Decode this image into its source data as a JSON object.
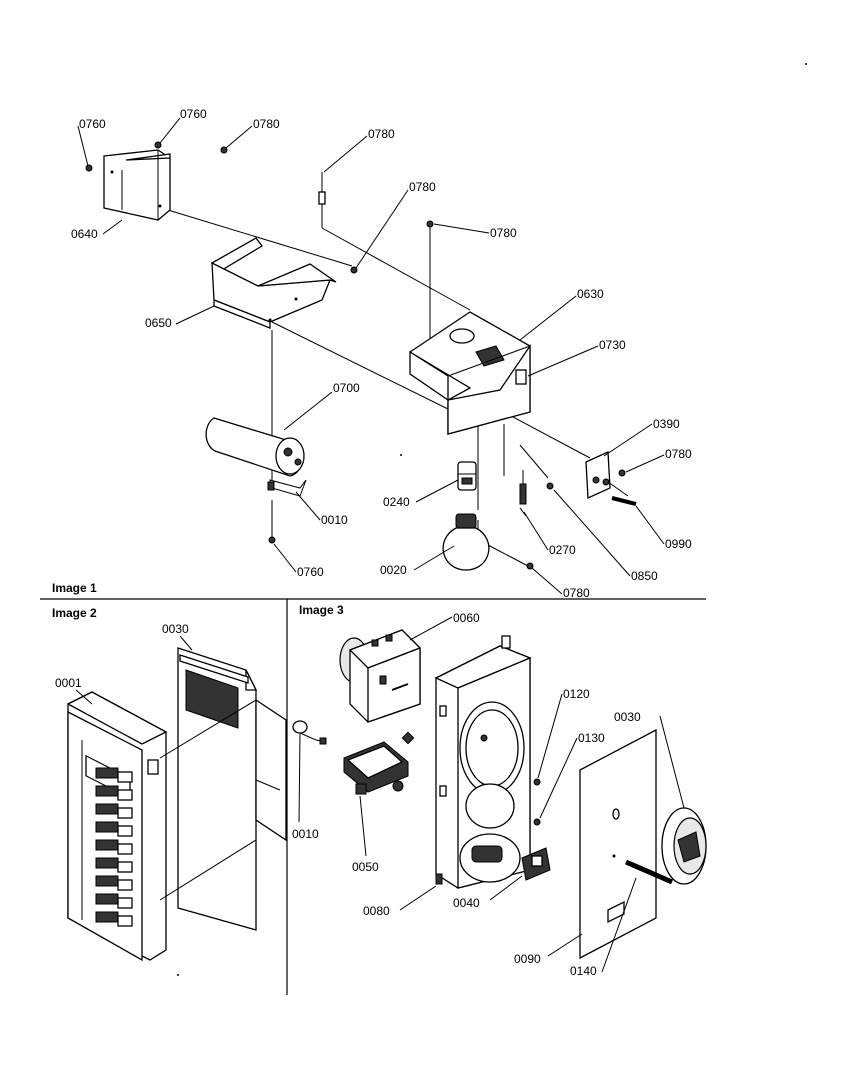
{
  "sections": {
    "image1": "Image 1",
    "image2": "Image 2",
    "image3": "Image 3"
  },
  "parts": {
    "p0760_a": "0760",
    "p0760_b": "0760",
    "p0780_a": "0780",
    "p0780_b": "0780",
    "p0780_c": "0780",
    "p0780_d": "0780",
    "p0640": "0640",
    "p0650": "0650",
    "p0630": "0630",
    "p0730": "0730",
    "p0700": "0700",
    "p0390": "0390",
    "p0780_e": "0780",
    "p0010_a": "0010",
    "p0240": "0240",
    "p0990": "0990",
    "p0270": "0270",
    "p0850": "0850",
    "p0760_c": "0760",
    "p0020": "0020",
    "p0780_f": "0780",
    "p0030_a": "0030",
    "p0001": "0001",
    "p0010_b": "0010",
    "p0060": "0060",
    "p0120": "0120",
    "p0130": "0130",
    "p0030_b": "0030",
    "p0050": "0050",
    "p0040": "0040",
    "p0080": "0080",
    "p0090": "0090",
    "p0140": "0140"
  }
}
